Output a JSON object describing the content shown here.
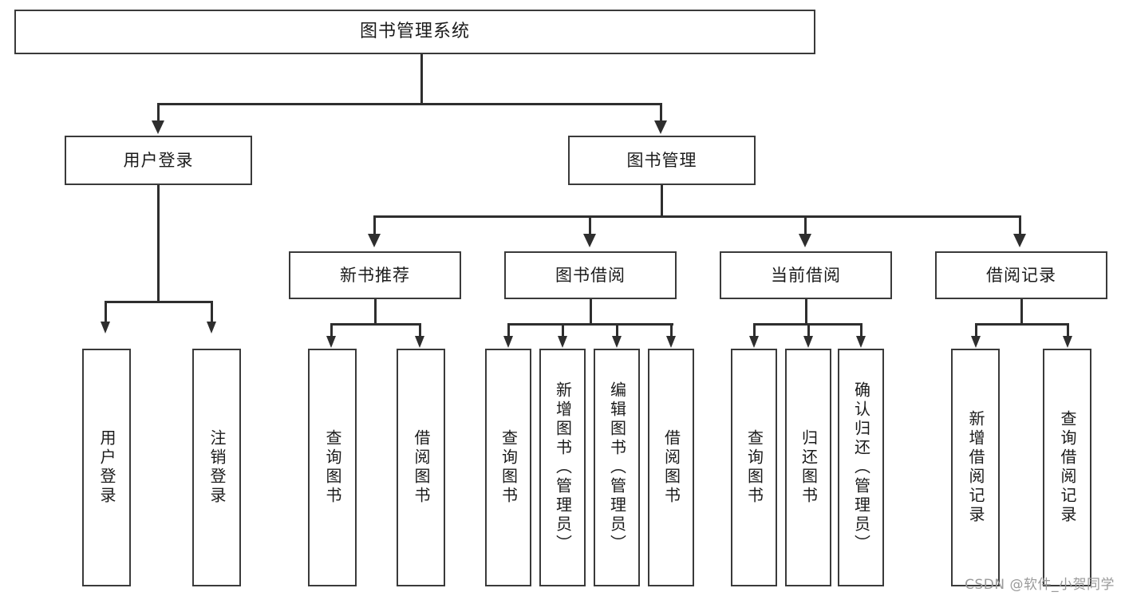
{
  "diagram": {
    "title": "图书管理系统",
    "type": "tree",
    "watermark": "CSDN @软件_小贺同学",
    "root": {
      "label": "图书管理系统"
    },
    "level2": [
      {
        "label": "用户登录"
      },
      {
        "label": "图书管理"
      }
    ],
    "level3": [
      {
        "label": "新书推荐"
      },
      {
        "label": "图书借阅"
      },
      {
        "label": "当前借阅"
      },
      {
        "label": "借阅记录"
      }
    ],
    "leaves": {
      "user_login": [
        {
          "label": "用户登录"
        },
        {
          "label": "注销登录"
        }
      ],
      "new_book_recommend": [
        {
          "label": "查询图书"
        },
        {
          "label": "借阅图书"
        }
      ],
      "book_borrow": [
        {
          "label": "查询图书"
        },
        {
          "label": "新增图书（管理员）"
        },
        {
          "label": "编辑图书（管理员）"
        },
        {
          "label": "借阅图书"
        }
      ],
      "current_borrow": [
        {
          "label": "查询图书"
        },
        {
          "label": "归还图书"
        },
        {
          "label": "确认归还（管理员）"
        }
      ],
      "borrow_record": [
        {
          "label": "新增借阅记录"
        },
        {
          "label": "查询借阅记录"
        }
      ]
    },
    "colors": {
      "border": "#3a3a3a",
      "connector": "#2e2e2e",
      "background": "#ffffff",
      "text": "#1b1b1b",
      "watermark": "#9a9a9a"
    }
  }
}
